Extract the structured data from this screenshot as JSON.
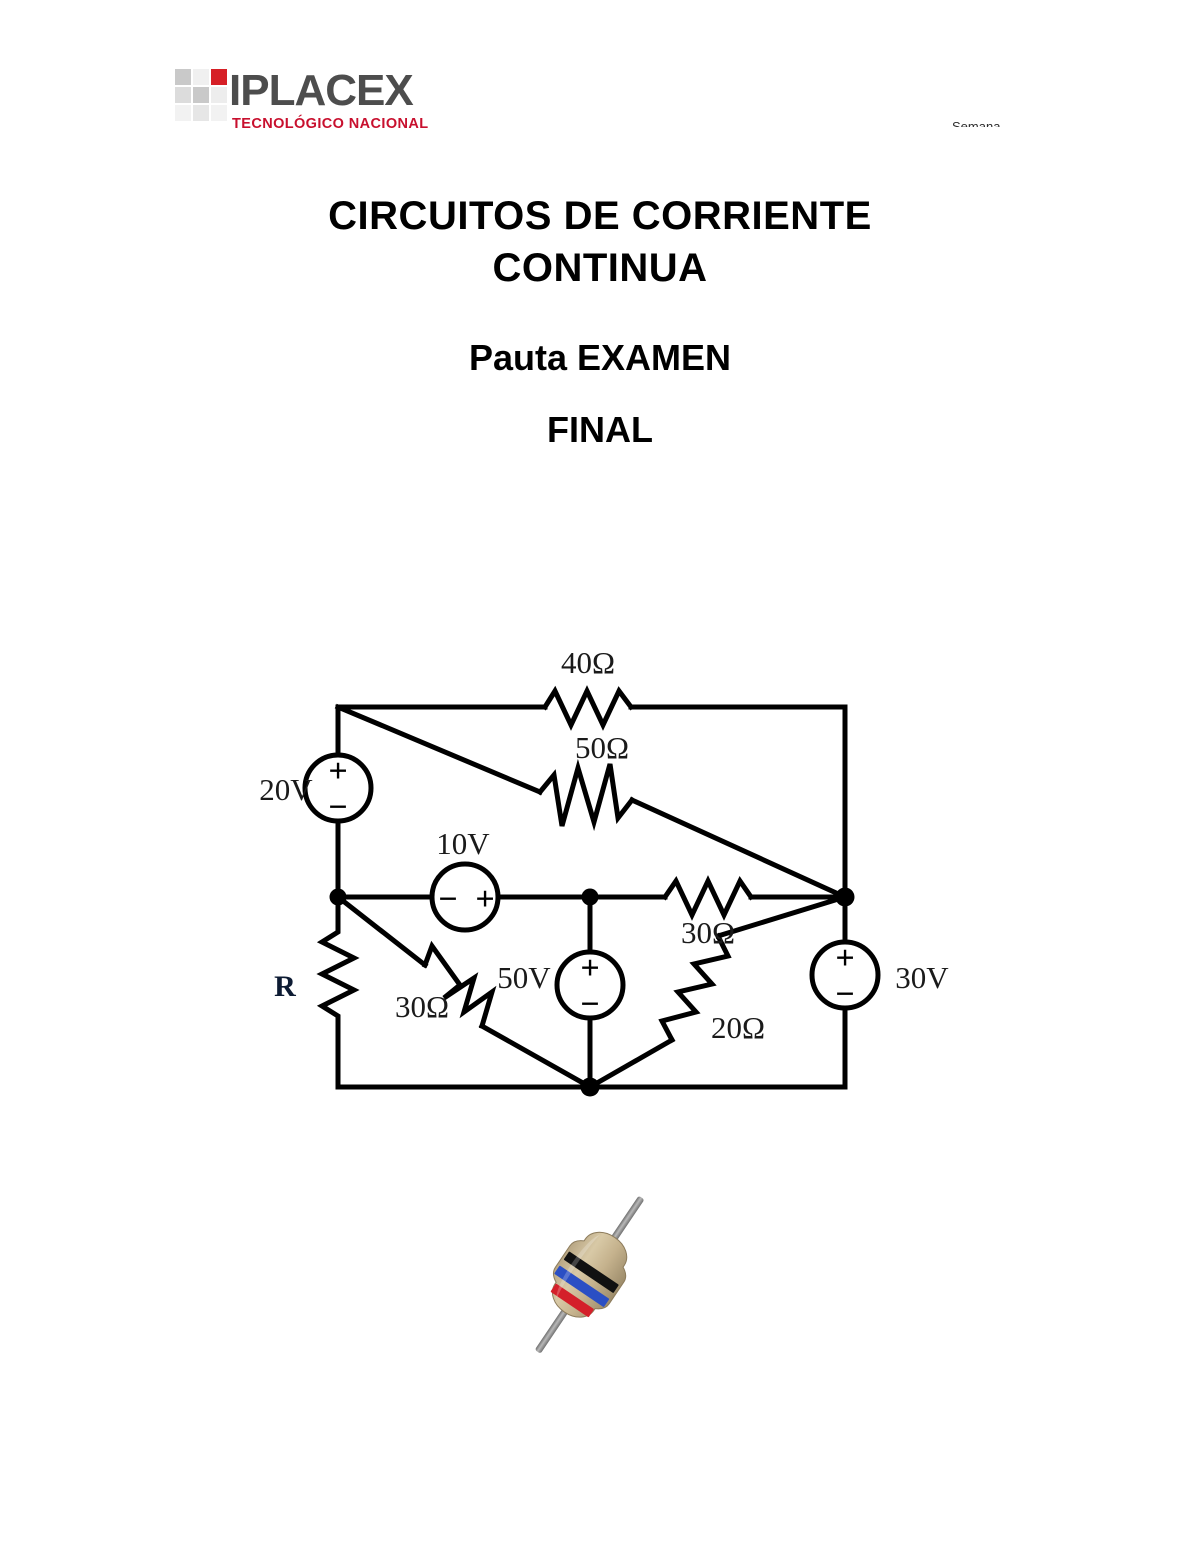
{
  "document": {
    "header": {
      "logo": {
        "wordmark": "IPLACEX",
        "tagline": "TECNOLÓGICO NACIONAL",
        "accent_color": "#c8102e",
        "wordmark_color": "#4d4d4d",
        "grid_colors": [
          "#c9c9c9",
          "#f0f0f0",
          "#d61f26",
          "#dcdcdc",
          "#c9c9c9",
          "#ededed",
          "#f2f2f2",
          "#e6e6e6",
          "#f2f2f2"
        ]
      },
      "corner_note": "Semana"
    },
    "title": {
      "line1": "CIRCUITOS DE CORRIENTE",
      "line2": "CONTINUA",
      "line3": "Pauta  EXAMEN",
      "line4": "FINAL"
    }
  },
  "circuit": {
    "caption": "DC circuit with five resistors and four independent voltage sources",
    "sources": [
      {
        "id": "v20",
        "label": "20V",
        "orientation": "vertical",
        "plus": "top",
        "minus": "bottom",
        "label_side": "left"
      },
      {
        "id": "v10",
        "label": "10V",
        "orientation": "horizontal",
        "plus": "right",
        "minus": "left",
        "label_side": "top"
      },
      {
        "id": "v50",
        "label": "50V",
        "orientation": "vertical",
        "plus": "top",
        "minus": "bottom",
        "label_side": "left"
      },
      {
        "id": "v30",
        "label": "30V",
        "orientation": "vertical",
        "plus": "top",
        "minus": "bottom",
        "label_side": "right"
      }
    ],
    "resistors": [
      {
        "id": "r40",
        "label": "40Ω",
        "orientation": "horizontal",
        "position": "top-rail"
      },
      {
        "id": "r50",
        "label": "50Ω",
        "orientation": "diagonal",
        "position": "upper-middle"
      },
      {
        "id": "r30a",
        "label": "30Ω",
        "orientation": "horizontal",
        "position": "middle-right"
      },
      {
        "id": "r30b",
        "label": "30Ω",
        "orientation": "diagonal",
        "position": "lower-left"
      },
      {
        "id": "r20",
        "label": "20Ω",
        "orientation": "diagonal",
        "position": "lower-right"
      },
      {
        "id": "rR",
        "label": "R",
        "orientation": "vertical",
        "position": "left-rail"
      }
    ],
    "symbols": {
      "plus": "+",
      "minus": "−"
    }
  },
  "figure": {
    "name": "axial-resistor-photo",
    "body_color": "#c9b894",
    "lead_color": "#8a8a8a",
    "bands": [
      {
        "name": "band-red",
        "color": "#d4202a"
      },
      {
        "name": "band-blue",
        "color": "#2b4fc4"
      },
      {
        "name": "band-black",
        "color": "#111111"
      }
    ]
  }
}
